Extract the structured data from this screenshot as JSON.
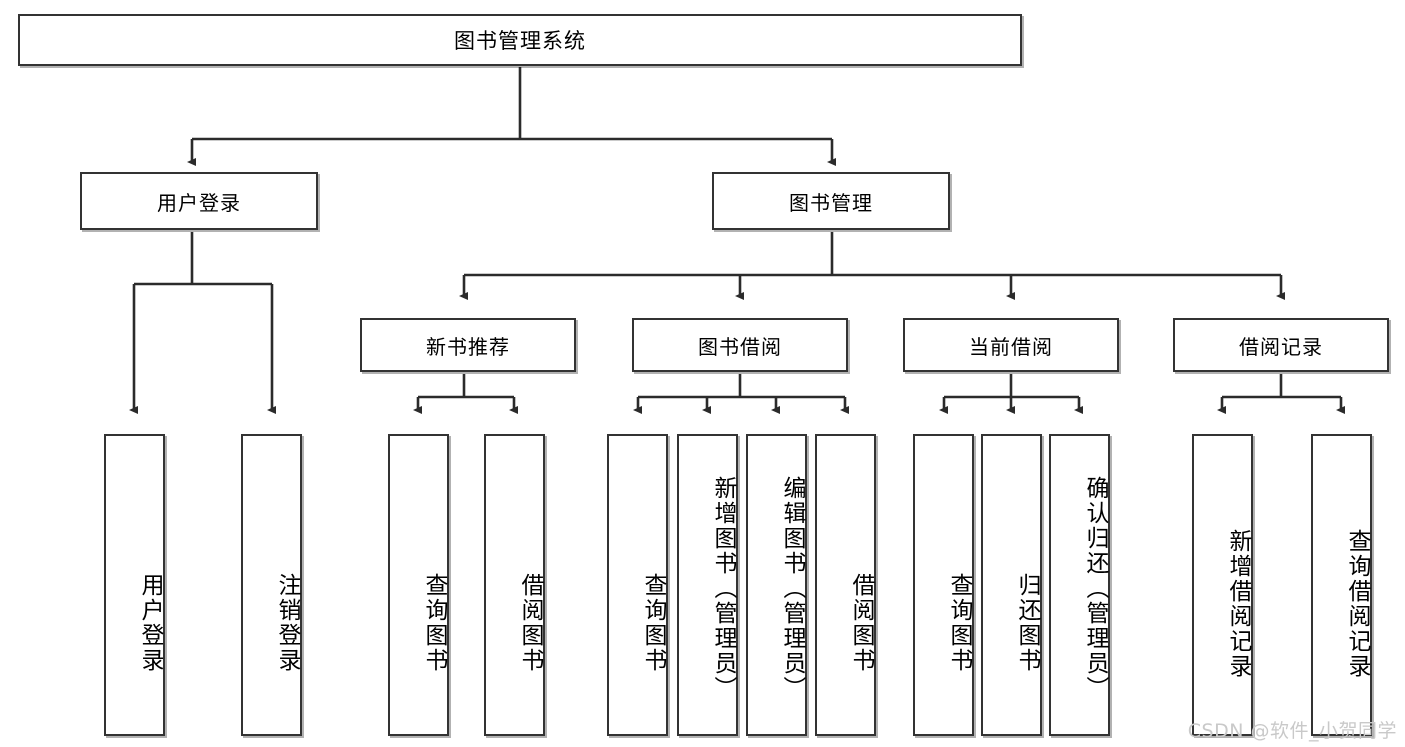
{
  "diagram": {
    "type": "tree-hierarchy",
    "title": "图书管理系统",
    "watermark": "CSDN @软件_小贺同学",
    "colors": {
      "border": "#333333",
      "background": "#ffffff",
      "text": "#000000",
      "watermark": "#c9c9c9"
    },
    "levels": {
      "root": {
        "label": "图书管理系统"
      },
      "level2": [
        {
          "label": "用户登录"
        },
        {
          "label": "图书管理"
        }
      ],
      "level3": [
        {
          "label": "新书推荐"
        },
        {
          "label": "图书借阅"
        },
        {
          "label": "当前借阅"
        },
        {
          "label": "借阅记录"
        }
      ],
      "leaves": [
        {
          "label": "用户登录",
          "parent": "用户登录"
        },
        {
          "label": "注销登录",
          "parent": "用户登录"
        },
        {
          "label": "查询图书",
          "parent": "新书推荐"
        },
        {
          "label": "借阅图书",
          "parent": "新书推荐"
        },
        {
          "label": "查询图书",
          "parent": "图书借阅"
        },
        {
          "label": "新增图书（管理员）",
          "parent": "图书借阅"
        },
        {
          "label": "编辑图书（管理员）",
          "parent": "图书借阅"
        },
        {
          "label": "借阅图书",
          "parent": "图书借阅"
        },
        {
          "label": "查询图书",
          "parent": "当前借阅"
        },
        {
          "label": "归还图书",
          "parent": "当前借阅"
        },
        {
          "label": "确认归还（管理员）",
          "parent": "当前借阅"
        },
        {
          "label": "新增借阅记录",
          "parent": "借阅记录"
        },
        {
          "label": "查询借阅记录",
          "parent": "借阅记录"
        }
      ]
    }
  }
}
